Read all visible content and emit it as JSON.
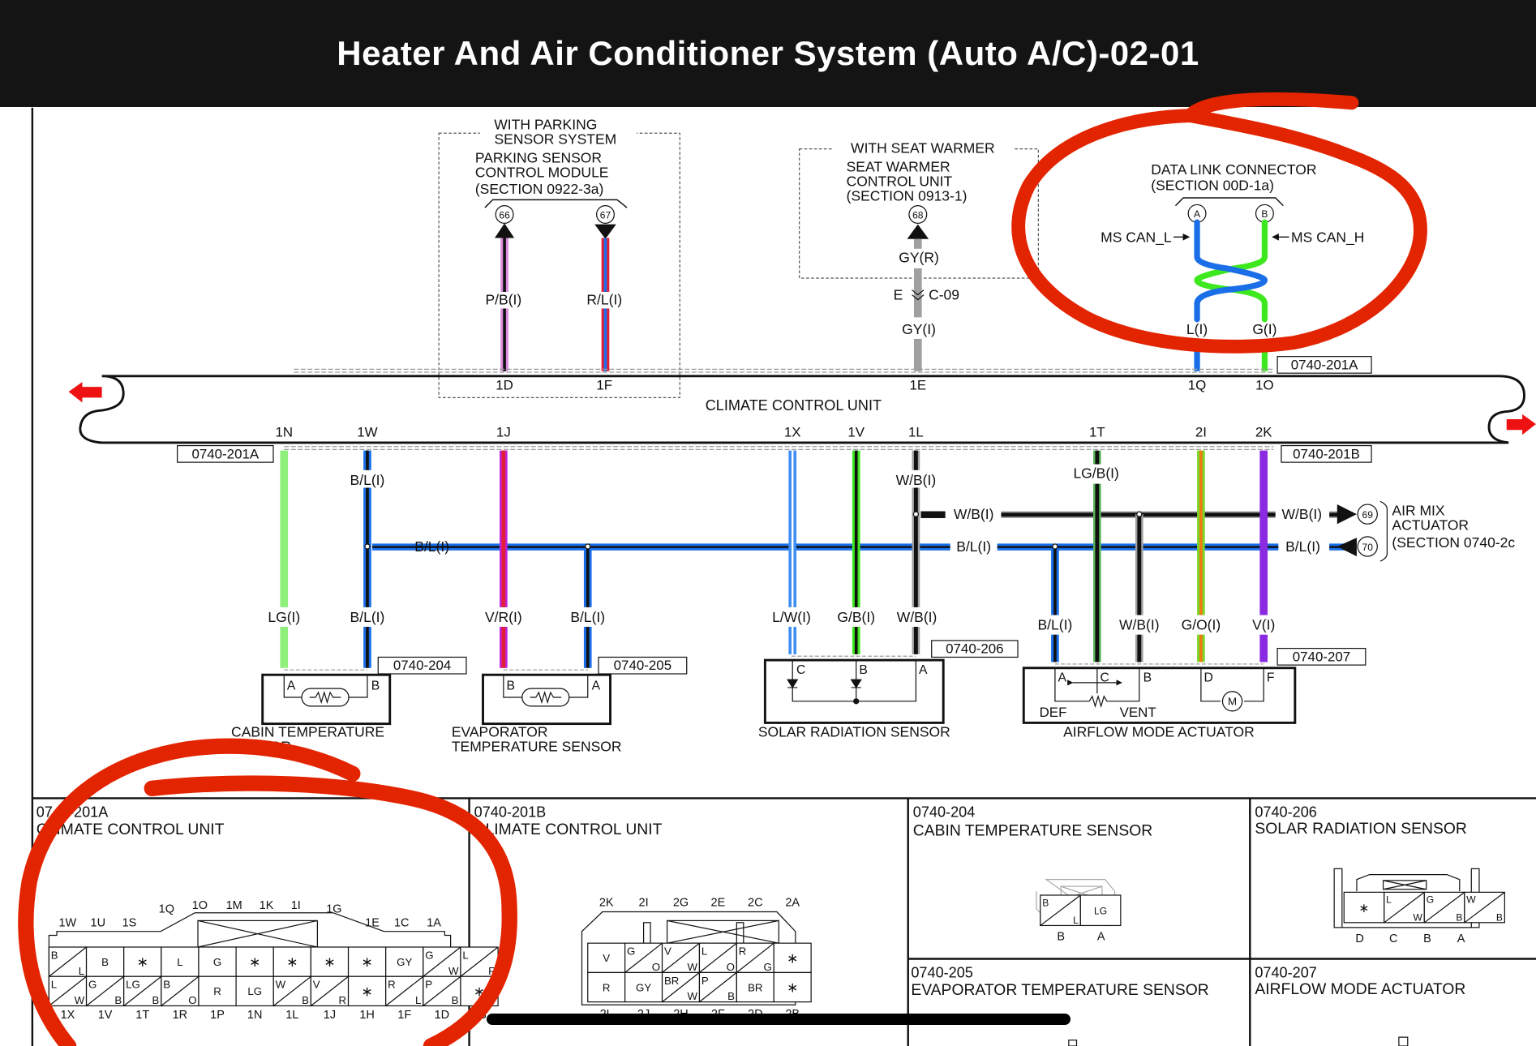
{
  "header": {
    "title": "Heater And Air Conditioner System (Auto A/C)-02-01"
  },
  "colors": {
    "annotation_red": "#e32400",
    "wire_blue": "#1a6fe8",
    "wire_green": "#3ee81e",
    "wire_light_green": "#8ef07a",
    "wire_violet": "#8a2be2",
    "wire_gray": "#a0a0a0",
    "wire_pink": "#d98ad9",
    "wire_red": "#e0203a",
    "wire_orange": "#f07a10"
  },
  "upper": {
    "parking": {
      "option": [
        "WITH PARKING",
        "SENSOR SYSTEM"
      ],
      "module": [
        "PARKING SENSOR",
        "CONTROL MODULE",
        "(SECTION 0922-3a)"
      ],
      "pins": [
        "66",
        "67"
      ],
      "wires": [
        "P/B(I)",
        "R/L(I)"
      ],
      "ccu_pins": [
        "1D",
        "1F"
      ]
    },
    "seat": {
      "option": "WITH SEAT WARMER",
      "module": [
        "SEAT WARMER",
        "CONTROL UNIT",
        "(SECTION 0913-1)"
      ],
      "pin": "68",
      "wire_top": "GY(R)",
      "joint_left": "E",
      "joint_right": "C-09",
      "wire_bottom": "GY(I)",
      "ccu_pin": "1E"
    },
    "dlc": {
      "module": [
        "DATA LINK CONNECTOR",
        "(SECTION 00D-1a)"
      ],
      "pins": [
        "A",
        "B"
      ],
      "signal_left": "MS CAN_L",
      "signal_right": "MS CAN_H",
      "wires": [
        "L(I)",
        "G(I)"
      ],
      "ccu_pins": [
        "1Q",
        "1O"
      ],
      "connector_tag": "0740-201A"
    }
  },
  "ccu": {
    "label": "CLIMATE CONTROL UNIT",
    "bottom_pins": [
      "1N",
      "1W",
      "1J",
      "1X",
      "1V",
      "1L",
      "1T",
      "2I",
      "2K"
    ],
    "tag_left": "0740-201A",
    "tag_right": "0740-201B"
  },
  "wires": {
    "vertical_upper": [
      "B/L(I)",
      "W/B(I)",
      "LG/B(I)"
    ],
    "bus_wb": "W/B(I)",
    "bus_bl_left": "B/L(I)",
    "bus_bl_mid": "B/L(I)",
    "air_mix_wb": "W/B(I)",
    "air_mix_bl": "B/L(I)",
    "lower_labels": [
      "LG(I)",
      "B/L(I)",
      "V/R(I)",
      "B/L(I)",
      "L/W(I)",
      "G/B(I)",
      "W/B(I)",
      "B/L(I)",
      "W/B(I)",
      "G/O(I)",
      "V(I)"
    ]
  },
  "air_mix": {
    "pins": [
      "69",
      "70"
    ],
    "label": [
      "AIR MIX",
      "ACTUATOR",
      "(SECTION 0740-2c"
    ]
  },
  "components": [
    {
      "tag": "0740-204",
      "name": [
        "CABIN TEMPERATURE",
        "SENSOR"
      ],
      "pins": [
        "A",
        "B"
      ]
    },
    {
      "tag": "0740-205",
      "name": [
        "EVAPORATOR",
        "TEMPERATURE SENSOR"
      ],
      "pins": [
        "B",
        "A"
      ]
    },
    {
      "tag": "0740-206",
      "name": [
        "SOLAR RADIATION SENSOR"
      ],
      "pins": [
        "C",
        "B",
        "A"
      ]
    },
    {
      "tag": "0740-207",
      "name": [
        "AIRFLOW MODE ACTUATOR"
      ],
      "pins": [
        "A",
        "C",
        "B",
        "D",
        "F"
      ],
      "labels": [
        "DEF",
        "VENT",
        "M"
      ]
    }
  ],
  "connector_views": {
    "c201a": {
      "code": "0740-201A",
      "name": "CLIMATE CONTROL UNIT",
      "top_labels_low": [
        "1W",
        "1U",
        "1S",
        "1E",
        "1C",
        "1A"
      ],
      "top_labels_high": [
        "1Q",
        "1O",
        "1M",
        "1K",
        "1I",
        "1G"
      ],
      "row1": [
        [
          "B",
          "L"
        ],
        [
          "B"
        ],
        [
          "*"
        ],
        [
          "L"
        ],
        [
          "G"
        ],
        [
          "*"
        ],
        [
          "*"
        ],
        [
          "*"
        ],
        [
          "*"
        ],
        [
          "GY"
        ],
        [
          "G",
          "W"
        ],
        [
          "L",
          "R"
        ]
      ],
      "row2": [
        [
          "L",
          "W"
        ],
        [
          "G",
          "B"
        ],
        [
          "LG",
          "B"
        ],
        [
          "B",
          "O"
        ],
        [
          "R"
        ],
        [
          "LG"
        ],
        [
          "W",
          "B"
        ],
        [
          "V",
          "R"
        ],
        [
          "*"
        ],
        [
          "R",
          "L"
        ],
        [
          "P",
          "B"
        ],
        [
          "*"
        ]
      ],
      "bottom_labels": [
        "1X",
        "1V",
        "1T",
        "1R",
        "1P",
        "1N",
        "1L",
        "1J",
        "1H",
        "1F",
        "1D",
        "1B"
      ]
    },
    "c201b": {
      "code": "0740-201B",
      "name": "CLIMATE CONTROL UNIT",
      "top_labels": [
        "2K",
        "2I",
        "2G",
        "2E",
        "2C",
        "2A"
      ],
      "row1": [
        [
          "V"
        ],
        [
          "G",
          "O"
        ],
        [
          "V",
          "W"
        ],
        [
          "L",
          "O"
        ],
        [
          "R",
          "G"
        ],
        [
          "*"
        ]
      ],
      "row2": [
        [
          "R"
        ],
        [
          "GY"
        ],
        [
          "BR",
          "W"
        ],
        [
          "P",
          "B"
        ],
        [
          "BR"
        ],
        [
          "*"
        ]
      ],
      "bottom_labels": [
        "2L",
        "2J",
        "2H",
        "2F",
        "2D",
        "2B"
      ]
    },
    "c204": {
      "code": "0740-204",
      "name": "CABIN TEMPERATURE SENSOR",
      "cells": [
        [
          "B",
          "L"
        ],
        [
          "LG"
        ]
      ],
      "bottom_labels": [
        "B",
        "A"
      ]
    },
    "c205": {
      "code": "0740-205",
      "name": "EVAPORATOR TEMPERATURE SENSOR"
    },
    "c206": {
      "code": "0740-206",
      "name": "SOLAR RADIATION SENSOR",
      "cells": [
        [
          "*"
        ],
        [
          "L",
          "W"
        ],
        [
          "G",
          "B"
        ],
        [
          "W",
          "B"
        ]
      ],
      "bottom_labels": [
        "D",
        "C",
        "B",
        "A"
      ]
    },
    "c207": {
      "code": "0740-207",
      "name": "AIRFLOW MODE ACTUATOR"
    }
  }
}
